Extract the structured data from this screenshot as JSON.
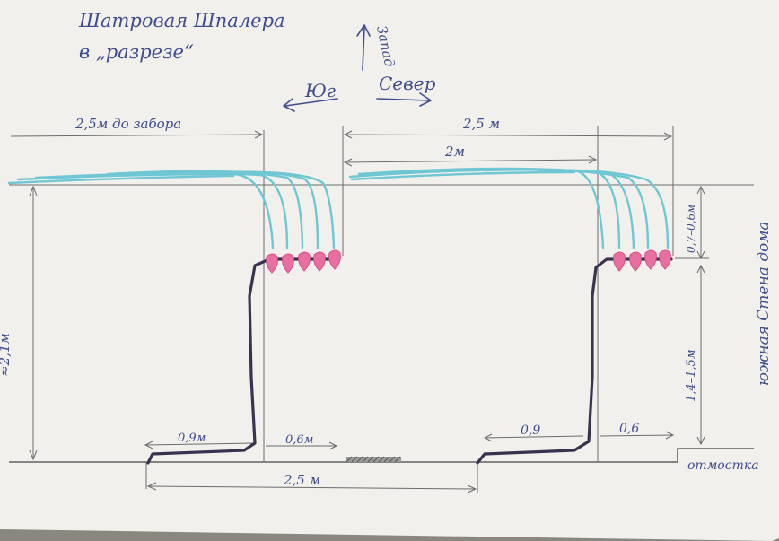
{
  "title": {
    "line1": "Шатровая Шпалера",
    "line2": "в „разрезе“"
  },
  "compass": {
    "west": "Запад",
    "south": "Юг",
    "north": "Север"
  },
  "dimensions": {
    "to_fence": "2,5м до забора",
    "top_span": "2,5 м",
    "canopy_span": "2м",
    "height": "≈2,1м",
    "bottom_span": "2,5 м",
    "left_arm": "0,9м",
    "left_gap": "0,6м",
    "right_arm": "0,9",
    "right_gap": "0,6",
    "canopy_drop": "0,7–0,6м",
    "trunk_height": "1,4–1,5м"
  },
  "labels": {
    "wall": "южная Стена дома",
    "blind_area": "отмостка"
  },
  "colors": {
    "paper": "#f1f0ec",
    "ink": "#3f4d8c",
    "foliage": "#6fc7d3",
    "grapes": "#e86fa0",
    "trunk": "#3a3350"
  }
}
